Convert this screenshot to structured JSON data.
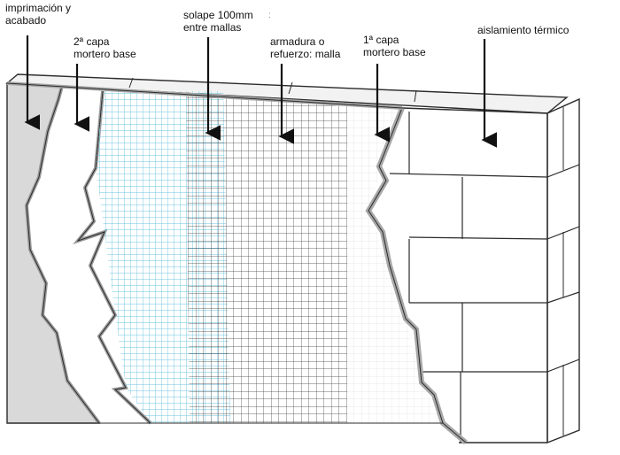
{
  "labels": {
    "imprimacion": {
      "line1": "imprimación y",
      "line2": "acabado"
    },
    "segunda_capa": {
      "line1": "2ª capa",
      "line2": "mortero base"
    },
    "solape": {
      "line1": "solape 100mm",
      "line2": "entre mallas"
    },
    "armadura": {
      "line1": "armadura o",
      "line2": "refuerzo: malla"
    },
    "primera_capa": {
      "line1": "1ª capa",
      "line2": "mortero base"
    },
    "aislamiento": {
      "line1": "aislamiento térmico"
    },
    "stray_mark": ":"
  },
  "colors": {
    "mesh_blue": "#6fc4dc",
    "mesh_black": "#333333",
    "finish_gray": "#d9d9d9",
    "edge_gray": "#a8a8a8",
    "outline": "#2b2b2b"
  }
}
